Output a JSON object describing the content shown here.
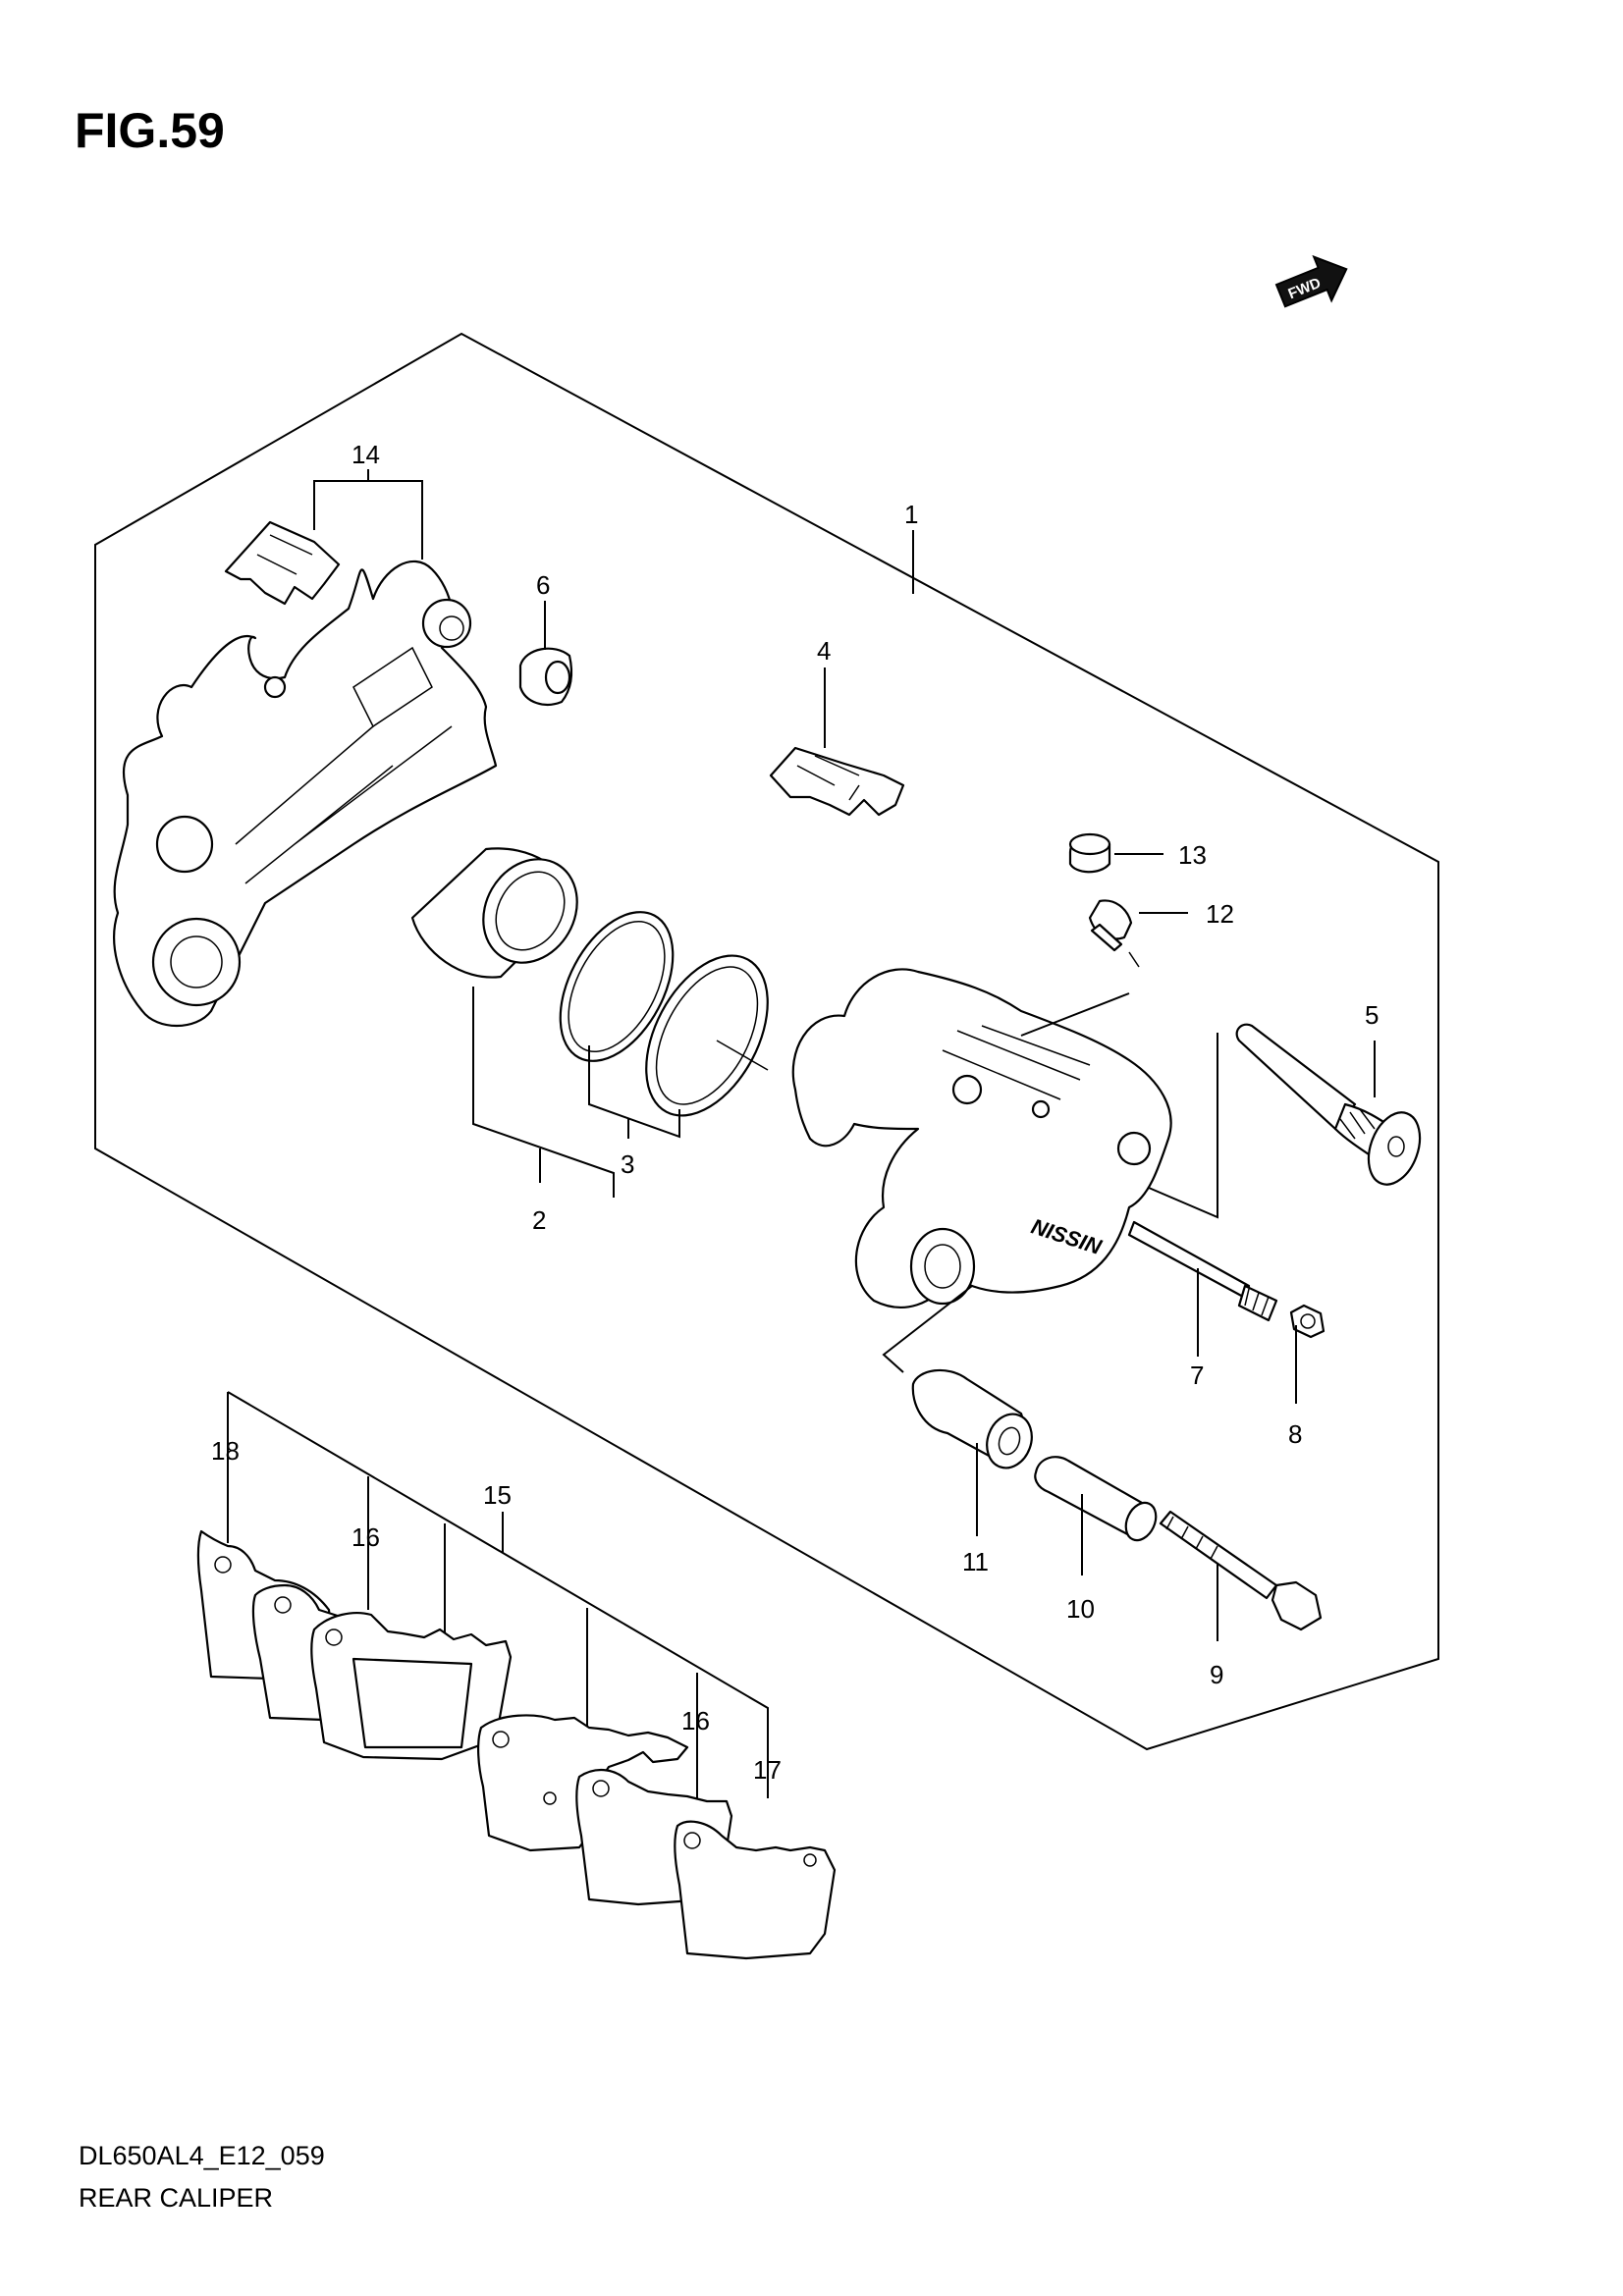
{
  "figure": {
    "title": "FIG.59",
    "model_code": "DL650AL4_E12_059",
    "caption": "REAR CALIPER"
  },
  "direction_marker": {
    "label": "FWD",
    "icon": "forward-arrow-icon"
  },
  "callouts": [
    {
      "id": "1",
      "label": "1"
    },
    {
      "id": "2",
      "label": "2"
    },
    {
      "id": "3",
      "label": "3"
    },
    {
      "id": "4",
      "label": "4"
    },
    {
      "id": "5",
      "label": "5"
    },
    {
      "id": "6",
      "label": "6"
    },
    {
      "id": "7",
      "label": "7"
    },
    {
      "id": "8",
      "label": "8"
    },
    {
      "id": "9",
      "label": "9"
    },
    {
      "id": "10",
      "label": "10"
    },
    {
      "id": "11",
      "label": "11"
    },
    {
      "id": "12",
      "label": "12"
    },
    {
      "id": "13",
      "label": "13"
    },
    {
      "id": "14",
      "label": "14"
    },
    {
      "id": "15",
      "label": "15"
    },
    {
      "id": "16a",
      "label": "16"
    },
    {
      "id": "16b",
      "label": "16"
    },
    {
      "id": "17",
      "label": "17"
    },
    {
      "id": "18",
      "label": "18"
    }
  ]
}
